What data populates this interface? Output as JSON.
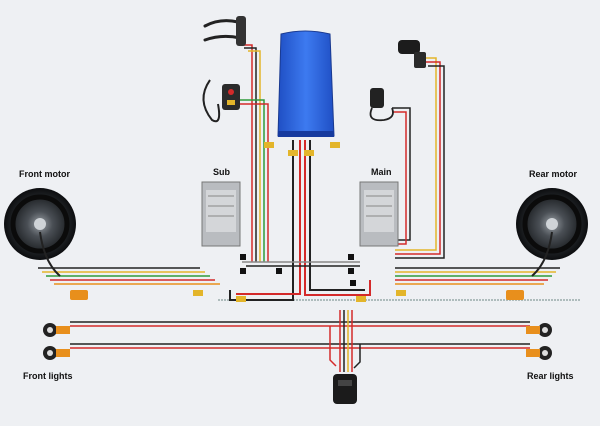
{
  "labels": {
    "front_motor": "Front motor",
    "rear_motor": "Rear motor",
    "sub": "Sub",
    "main": "Main",
    "front_lights": "Front lights",
    "rear_lights": "Rear lights"
  },
  "colors": {
    "background": "#eef0f3",
    "battery": "#2c63e0",
    "controller": "#b9bcc0",
    "wire_red": "#d42a2a",
    "wire_black": "#222222",
    "wire_yellow": "#e3b52a",
    "wire_green": "#2f9a3b",
    "connector_orange": "#e88f1c"
  }
}
